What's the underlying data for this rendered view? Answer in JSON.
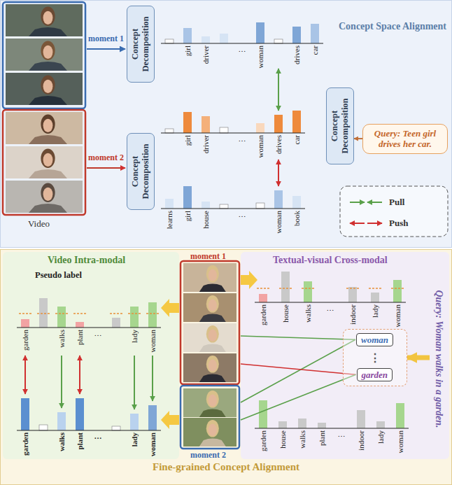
{
  "diagram": {
    "nodes": [
      {
        "text": [
          "Concept Space Alignment"
        ]
      },
      {
        "text": [
          "Concept Decomposition"
        ],
        "in": 0
      },
      {
        "text": [
          "Concept Decomposition"
        ],
        "in": 0
      },
      {
        "text": [
          "Concept Decomposition"
        ],
        "in": 0
      },
      {
        "text": [
          "Query: Teen girl drives her car."
        ],
        "in": 0
      },
      {
        "text": [
          "Fine-grained Concept Alignment"
        ]
      },
      {
        "text": [
          "Video Intra-modal"
        ],
        "in": 5
      },
      {
        "text": [
          "Textual-visual Cross-modal"
        ],
        "in": 5
      },
      {
        "text": [
          "Query: Woman walks in a garden."
        ],
        "in": 7
      },
      {
        "text": [
          "⋮"
        ],
        "in": 7
      },
      {
        "text": [
          "woman"
        ],
        "in": 9
      },
      {
        "text": [
          "garden"
        ],
        "in": 9
      }
    ],
    "edges": [
      {
        "from": 4,
        "to": 3,
        "arrow": "to"
      },
      {
        "from": 8,
        "to": 9,
        "arrow": "to"
      }
    ],
    "labels": [
      "moment 1",
      "moment 2",
      "Video",
      "girl",
      "driver",
      "…",
      "woman",
      "drives",
      "car",
      "girl",
      "driver",
      "…",
      "woman",
      "drives",
      "car",
      "learns",
      "girl",
      "house",
      "…",
      "woman",
      "book",
      "moment 1",
      "moment 2",
      "Pseudo label",
      "garden",
      "walks",
      "plant",
      "…",
      "lady",
      "woman",
      "garden",
      "walks",
      "plant",
      "…",
      "lady",
      "woman",
      "garden",
      "house",
      "walks",
      "…",
      "indoor",
      "lady",
      "woman",
      "garden",
      "house",
      "walks",
      "plant",
      "…",
      "indoor",
      "lady",
      "woman"
    ],
    "legend": [
      {
        "text": "Pull"
      },
      {
        "text": "Push"
      }
    ]
  }
}
